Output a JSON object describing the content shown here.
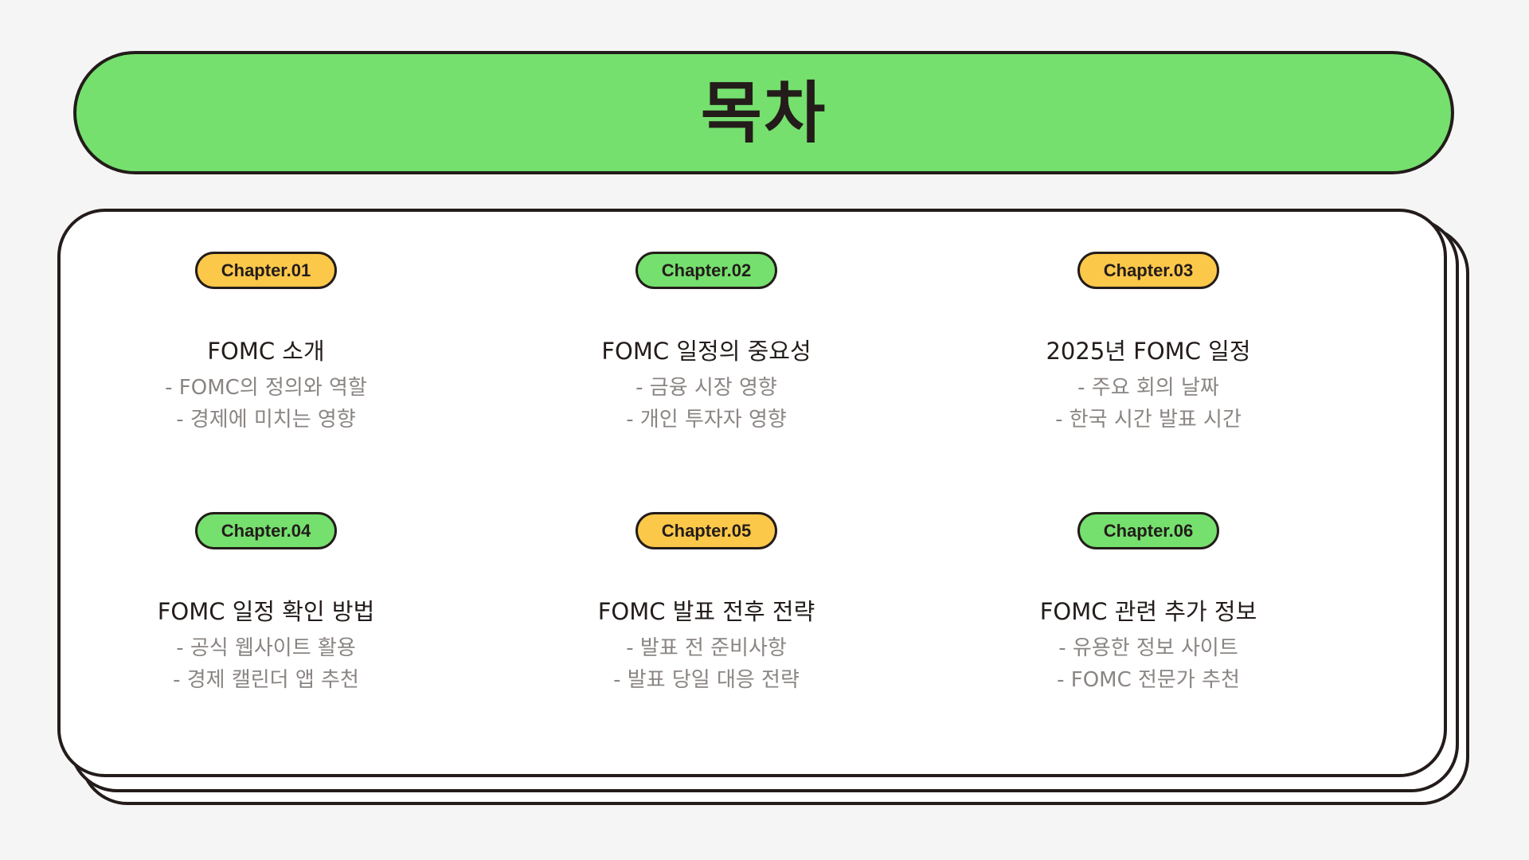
{
  "header": {
    "title": "목차"
  },
  "chapters": [
    {
      "badge": "Chapter.01",
      "badge_color": "#fcc84a",
      "title": "FOMC 소개",
      "items": [
        "- FOMC의 정의와 역할",
        "- 경제에 미치는 영향"
      ]
    },
    {
      "badge": "Chapter.02",
      "badge_color": "#75e06e",
      "title": "FOMC 일정의 중요성",
      "items": [
        "- 금융 시장 영향",
        "- 개인 투자자 영향"
      ]
    },
    {
      "badge": "Chapter.03",
      "badge_color": "#fcc84a",
      "title": "2025년 FOMC 일정",
      "items": [
        "- 주요 회의 날짜",
        "- 한국 시간 발표 시간"
      ]
    },
    {
      "badge": "Chapter.04",
      "badge_color": "#75e06e",
      "title": "FOMC 일정 확인 방법",
      "items": [
        "- 공식 웹사이트 활용",
        "- 경제 캘린더 앱 추천"
      ]
    },
    {
      "badge": "Chapter.05",
      "badge_color": "#fcc84a",
      "title": "FOMC 발표 전후 전략",
      "items": [
        "- 발표 전 준비사항",
        "- 발표 당일 대응 전략"
      ]
    },
    {
      "badge": "Chapter.06",
      "badge_color": "#75e06e",
      "title": "FOMC 관련 추가 정보",
      "items": [
        "- 유용한 정보 사이트",
        "- FOMC 전문가 추천"
      ]
    }
  ],
  "colors": {
    "green": "#75e06e",
    "yellow": "#fcc84a",
    "outline": "#231c1a",
    "subtext": "#8a8583",
    "background": "#f5f5f5"
  }
}
